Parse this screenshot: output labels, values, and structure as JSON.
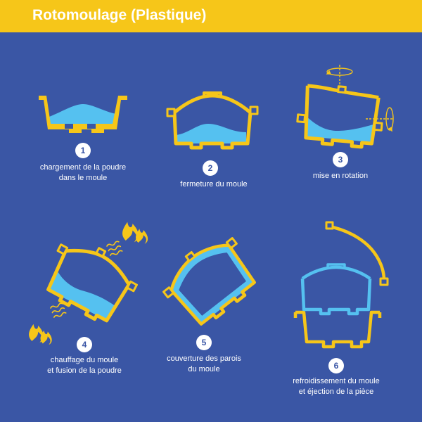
{
  "title": "Rotomoulage (Plastique)",
  "colors": {
    "background": "#3a56a5",
    "header": "#f6c619",
    "mold": "#f6c619",
    "plastic": "#55c1f0",
    "cooled_part": "#55c1f0",
    "text": "#ffffff"
  },
  "icons": {
    "rotation": "rotation-arrow-icon",
    "heat": "flame-icon",
    "heat_waves": "heat-wave-icon"
  },
  "steps": [
    {
      "number": "1",
      "lines": [
        "chargement de la poudre",
        "dans le moule"
      ]
    },
    {
      "number": "2",
      "lines": [
        "fermeture du moule"
      ]
    },
    {
      "number": "3",
      "lines": [
        "mise en rotation"
      ]
    },
    {
      "number": "4",
      "lines": [
        "chauffage du moule",
        "et fusion de la poudre"
      ]
    },
    {
      "number": "5",
      "lines": [
        "couverture des parois",
        "du moule"
      ]
    },
    {
      "number": "6",
      "lines": [
        "refroidissement du moule",
        "et éjection de la pièce"
      ]
    }
  ]
}
